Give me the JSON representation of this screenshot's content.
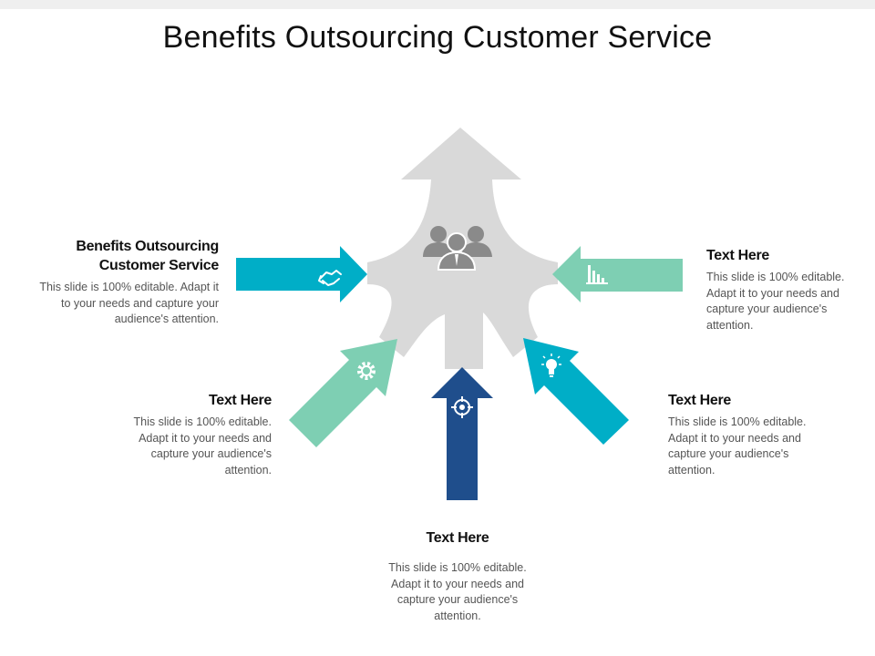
{
  "slide": {
    "title": "Benefits Outsourcing Customer Service"
  },
  "colors": {
    "teal": "#00AEC7",
    "mint": "#7ECFB3",
    "navy": "#1F4E8C",
    "gray": "#D9D9D9",
    "icon": "#8A8A8A"
  },
  "icons": {
    "center": "people-group-icon",
    "left": "handshake-icon",
    "right": "bar-chart-icon",
    "lower_left": "gear-icon",
    "lower_right": "lightbulb-icon",
    "bottom": "target-icon"
  },
  "blocks": {
    "left": {
      "heading": "Benefits Outsourcing Customer Service",
      "body": "This slide is 100% editable. Adapt it to your needs and capture your audience's attention."
    },
    "right": {
      "heading": "Text Here",
      "body": "This slide is 100% editable. Adapt it to your needs and capture your audience's attention."
    },
    "lower_left": {
      "heading": "Text Here",
      "body": "This slide is 100% editable. Adapt it to your needs and capture your audience's attention."
    },
    "lower_right": {
      "heading": "Text Here",
      "body": "This slide is 100% editable. Adapt it to your needs and capture your audience's attention."
    },
    "bottom": {
      "heading": "Text Here",
      "body": "This slide is 100% editable. Adapt it to your needs and capture your audience's attention."
    }
  }
}
